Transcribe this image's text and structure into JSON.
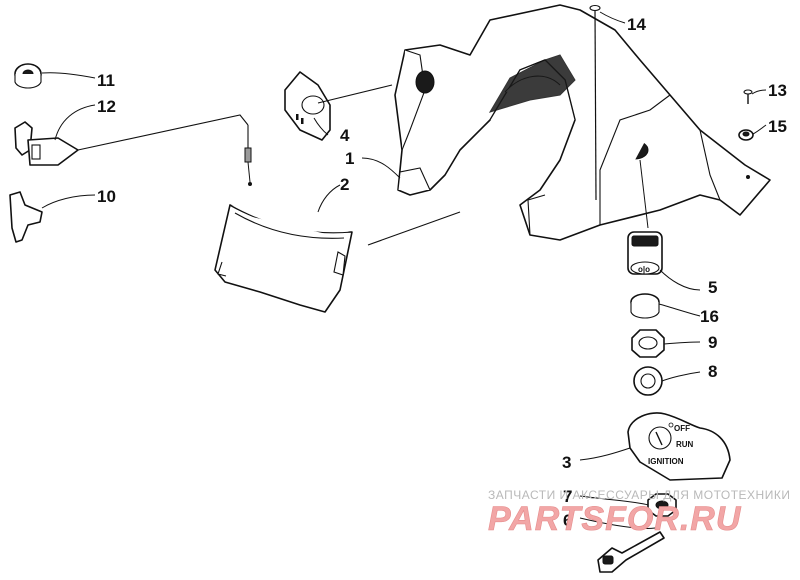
{
  "diagram": {
    "callouts": [
      {
        "id": "1",
        "label": "1"
      },
      {
        "id": "2",
        "label": "2"
      },
      {
        "id": "3",
        "label": "3"
      },
      {
        "id": "4",
        "label": "4"
      },
      {
        "id": "5",
        "label": "5"
      },
      {
        "id": "6",
        "label": "6"
      },
      {
        "id": "7",
        "label": "7"
      },
      {
        "id": "8",
        "label": "8"
      },
      {
        "id": "9",
        "label": "9"
      },
      {
        "id": "10",
        "label": "10"
      },
      {
        "id": "11",
        "label": "11"
      },
      {
        "id": "12",
        "label": "12"
      },
      {
        "id": "13",
        "label": "13"
      },
      {
        "id": "14",
        "label": "14"
      },
      {
        "id": "15",
        "label": "15"
      },
      {
        "id": "16",
        "label": "16"
      }
    ],
    "plate_text": {
      "off": "OFF",
      "run": "RUN",
      "ignition": "IGNITION"
    }
  },
  "watermark": {
    "caption": "ЗАПЧАСТИ И АКСЕССУАРЫ ДЛЯ МОТОТЕХНИКИ",
    "logo": "PARTSFOR.RU"
  },
  "colors": {
    "line": "#111111",
    "watermark_text": "#b9b9b9",
    "watermark_logo": "#f2a6a6"
  }
}
